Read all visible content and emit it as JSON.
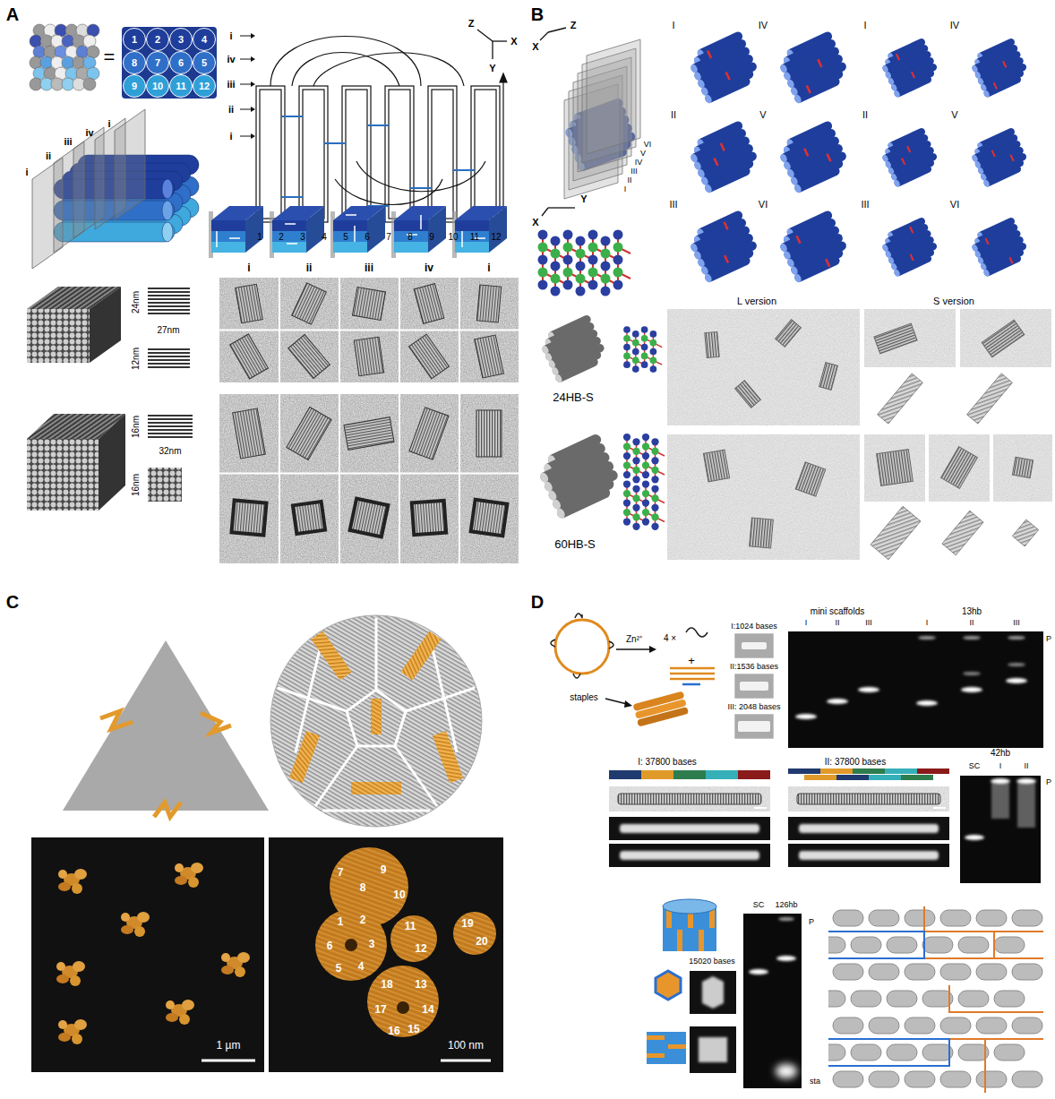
{
  "diagram": {
    "labels": [
      "A",
      "=",
      "1",
      "2",
      "3",
      "4",
      "8",
      "7",
      "6",
      "5",
      "9",
      "10",
      "11",
      "12",
      "i",
      "iv",
      "iii",
      "ii",
      "i",
      "Z",
      "X",
      "Y",
      "1",
      "2",
      "3",
      "4",
      "5",
      "6",
      "7",
      "8",
      "9",
      "10",
      "11",
      "12",
      "i",
      "iv",
      "iii",
      "ii",
      "i",
      "i",
      "ii",
      "iii",
      "iv",
      "i",
      "24nm",
      "27nm",
      "12nm",
      "16nm",
      "32nm",
      "16nm",
      "B",
      "Z",
      "X",
      "Y",
      "X",
      "VI",
      "V",
      "IV",
      "III",
      "II",
      "I",
      "I",
      "IV",
      "II",
      "V",
      "III",
      "VI",
      "L version",
      "I",
      "IV",
      "II",
      "V",
      "III",
      "VI",
      "S version",
      "24HB-S",
      "60HB-S",
      "C",
      "1",
      "2",
      "3",
      "4",
      "5",
      "6",
      "7",
      "8",
      "9",
      "10",
      "11",
      "12",
      "13",
      "14",
      "15",
      "16",
      "17",
      "18",
      "19",
      "20",
      "1 µm",
      "100 nm",
      "D",
      "Zn²⁺",
      "4 ×",
      "+",
      "staples",
      "I:1024 bases",
      "II:1536 bases",
      "III: 2048 bases",
      "mini scaffolds",
      "13hb",
      "I",
      "II",
      "III",
      "I",
      "II",
      "III",
      "P",
      "I: 37800 bases",
      "II: 37800 bases",
      "42hb",
      "SC",
      "I",
      "II",
      "P",
      "15020 bases",
      "SC",
      "126hb",
      "P",
      "sta"
    ]
  }
}
